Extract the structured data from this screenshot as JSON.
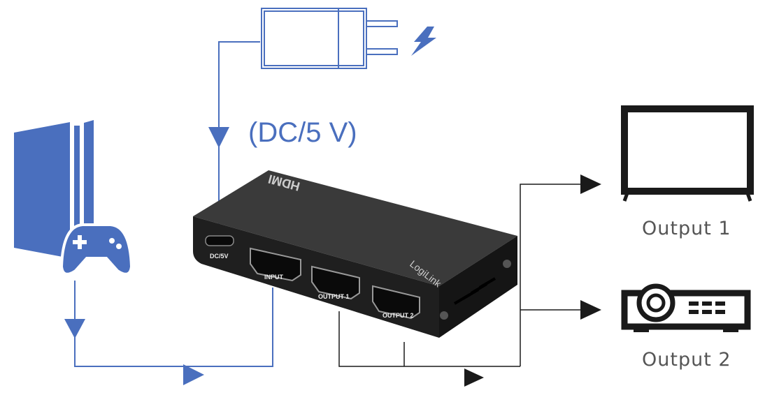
{
  "power_label": "(DC/5 V)",
  "device": {
    "brand": "HDMI",
    "maker": "LogiLink",
    "ports": {
      "dc": "DC/5V",
      "input": "INPUT",
      "output1": "OUTPUT 1",
      "output2": "OUTPUT 2"
    }
  },
  "outputs": {
    "output1_label": "Output 1",
    "output2_label": "Output 2"
  },
  "colors": {
    "blue": "#4a6fbe",
    "black": "#1a1a1a",
    "device": "#2b2b2b"
  },
  "icons": [
    "power-adapter-icon",
    "lightning-icon",
    "game-console-icon",
    "gamepad-icon",
    "tv-icon",
    "projector-icon"
  ]
}
